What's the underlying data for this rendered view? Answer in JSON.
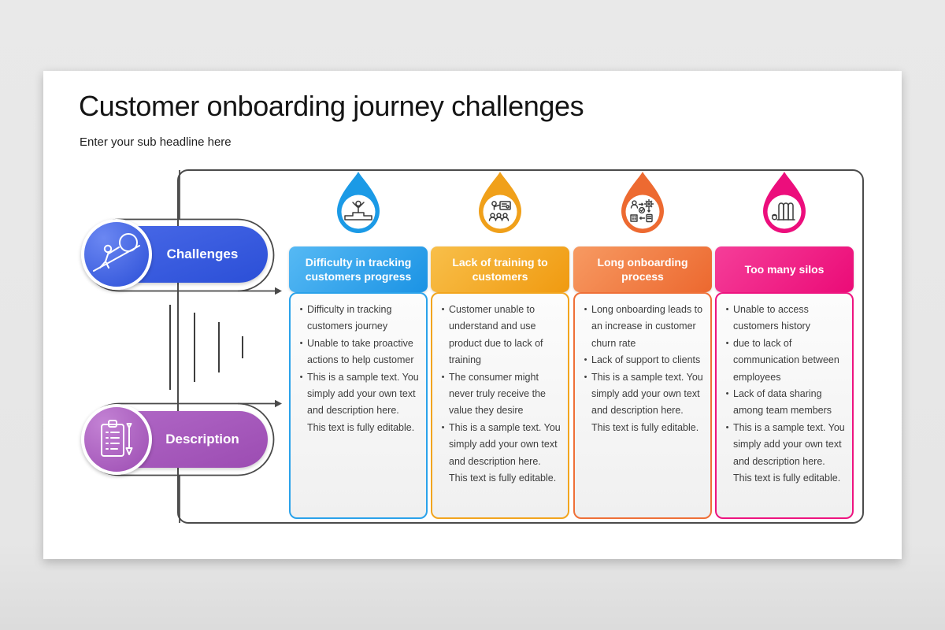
{
  "page": {
    "title": "Customer onboarding journey challenges",
    "subtitle": "Enter your sub headline here"
  },
  "legend": {
    "challenges": {
      "label": "Challenges",
      "color": "#3355df",
      "icon": "person-pushing-boulder-icon"
    },
    "description": {
      "label": "Description",
      "color": "#a75cbe",
      "icon": "clipboard-pen-icon"
    }
  },
  "columns": [
    {
      "title": "Difficulty in tracking customers progress",
      "accent": "#1e9ce8",
      "icon": "winner-podium-icon",
      "bullets": [
        "Difficulty in tracking customers journey",
        "Unable to take proactive actions to help customer",
        "This is a sample text. You simply add your own text and description here. This text is fully editable."
      ]
    },
    {
      "title": "Lack of training to customers",
      "accent": "#f5a623",
      "icon": "training-presentation-icon",
      "bullets": [
        "Customer unable to understand and use product due to lack of training",
        "The consumer might never truly receive the value they desire",
        "This is a sample text. You simply add your own text and description here. This text is fully editable."
      ]
    },
    {
      "title": "Long onboarding process",
      "accent": "#ee7038",
      "icon": "process-workflow-icon",
      "bullets": [
        "Long onboarding leads to an increase in customer churn rate",
        "Lack of support to clients",
        "This is a sample text. You simply add your own text and description here. This text is fully editable."
      ]
    },
    {
      "title": "Too many silos",
      "accent": "#ee1480",
      "icon": "silos-icon",
      "bullets": [
        "Unable to access customers history",
        "due to lack of communication between employees",
        "Lack of data sharing among team members",
        "This is a sample text. You simply add your own text and description here. This text is fully editable."
      ]
    }
  ]
}
